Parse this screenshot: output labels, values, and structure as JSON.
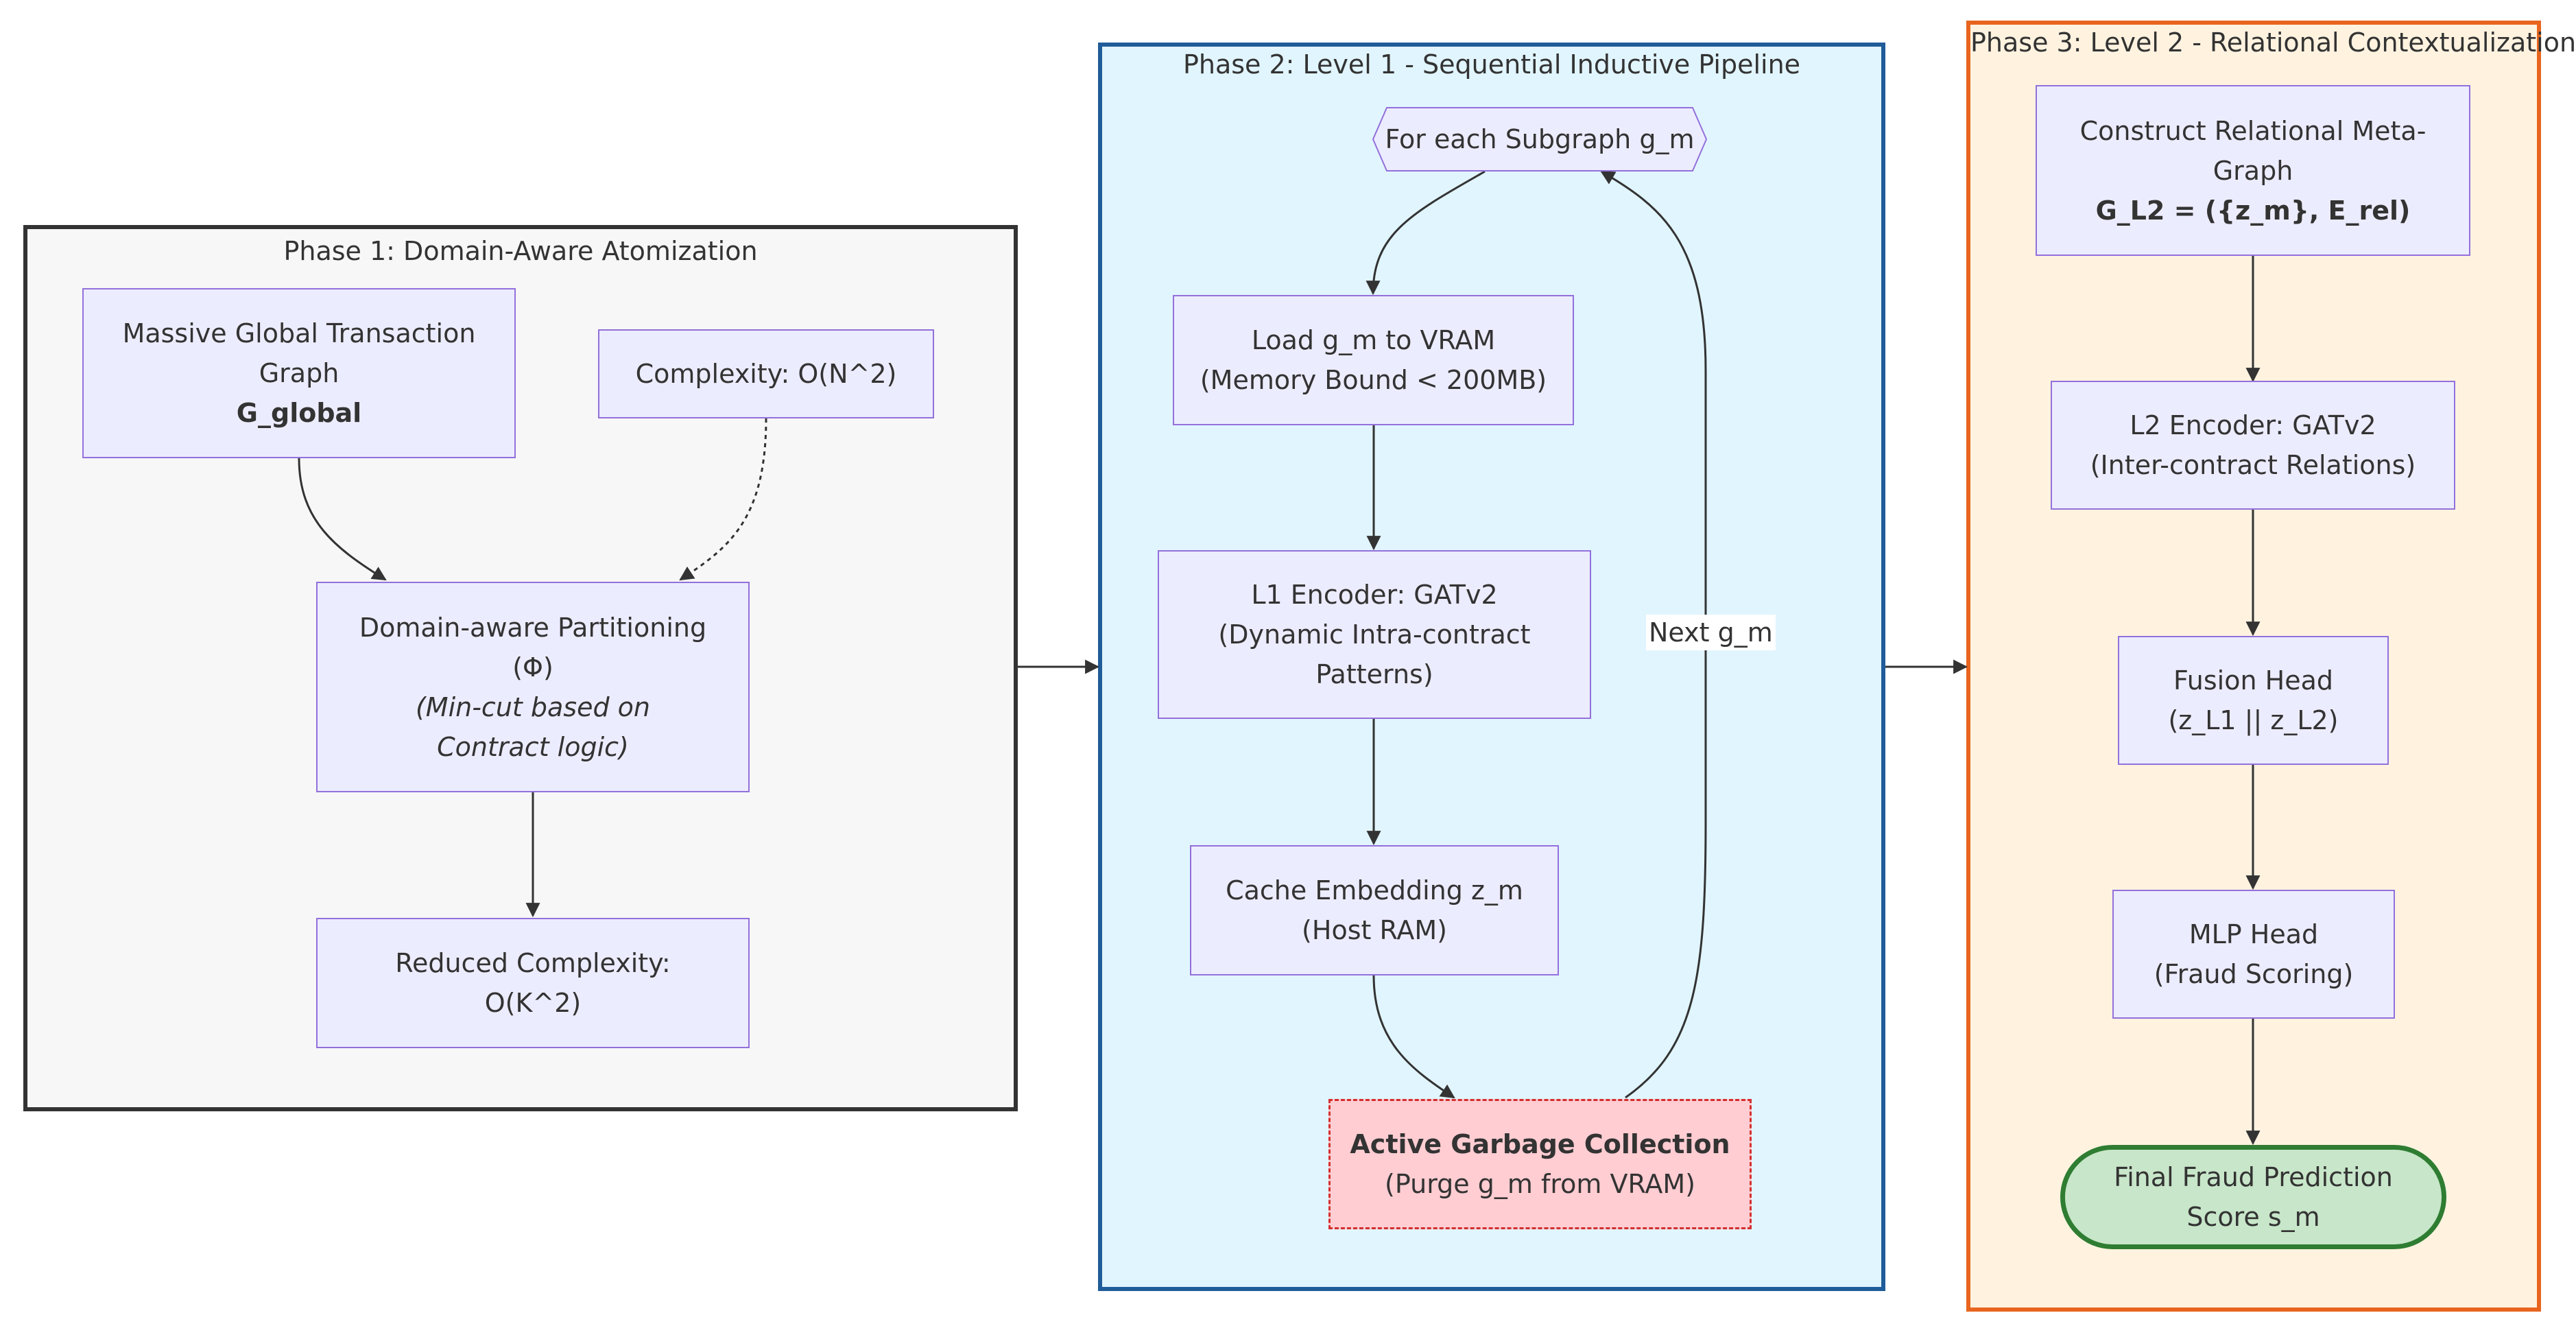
{
  "diagram": {
    "phase1": {
      "title": "Phase 1: Domain-Aware Atomization",
      "border_color": "#333333",
      "fill_color": "#F7F7F7",
      "nodes": {
        "global_graph": {
          "line1": "Massive Global Transaction",
          "line2": "Graph",
          "line3": "G_global"
        },
        "complexity": {
          "line1": "Complexity: O(N^2)"
        },
        "partitioning": {
          "line1": "Domain-aware Partitioning",
          "line2": "(Φ)",
          "line3": "(Min-cut based on",
          "line4": "Contract logic)"
        },
        "reduced": {
          "line1": "Reduced Complexity:",
          "line2": "O(K^2)"
        }
      }
    },
    "phase2": {
      "title": "Phase 2: Level 1 - Sequential Inductive Pipeline",
      "border_color": "#1F5C99",
      "fill_color": "#E1F5FE",
      "nodes": {
        "foreach": {
          "line1": "For each Subgraph g_m"
        },
        "load": {
          "line1": "Load g_m to VRAM",
          "line2": "(Memory Bound < 200MB)"
        },
        "l1_encoder": {
          "line1": "L1 Encoder: GATv2",
          "line2": "(Dynamic Intra-contract",
          "line3": "Patterns)"
        },
        "cache": {
          "line1": "Cache Embedding z_m",
          "line2": "(Host RAM)"
        },
        "gc": {
          "line1": "Active Garbage Collection",
          "line2": "(Purge g_m from VRAM)"
        }
      },
      "loop_label": "Next g_m"
    },
    "phase3": {
      "title": "Phase 3: Level 2 - Relational Contextualization",
      "border_color": "#E8651E",
      "fill_color": "#FFF3E0",
      "nodes": {
        "meta_graph": {
          "line1": "Construct Relational Meta-",
          "line2": "Graph",
          "line3": "G_L2 = ({z_m}, E_rel)"
        },
        "l2_encoder": {
          "line1": "L2 Encoder: GATv2",
          "line2": "(Inter-contract Relations)"
        },
        "fusion": {
          "line1": "Fusion Head",
          "line2": "(z_L1 || z_L2)"
        },
        "mlp": {
          "line1": "MLP Head",
          "line2": "(Fraud Scoring)"
        },
        "final": {
          "line1": "Final Fraud Prediction",
          "line2": "Score s_m"
        }
      }
    },
    "colors": {
      "node_fill": "#ECECFF",
      "node_border": "#9370DB",
      "gc_fill": "#FFCDD2",
      "gc_border": "#D32F2F",
      "final_fill": "#C8E6C9",
      "final_border": "#2E7D32",
      "edge": "#333333"
    }
  }
}
